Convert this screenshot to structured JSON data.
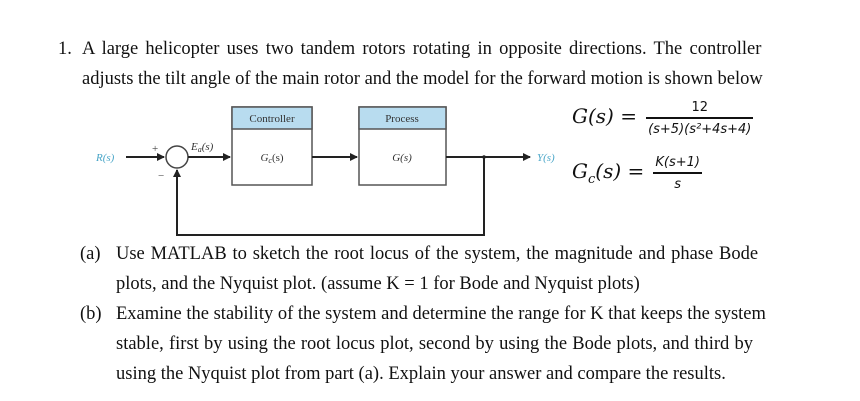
{
  "problem": {
    "number": "1.",
    "intro_line1": "A large helicopter uses two tandem rotors rotating in opposite directions. The controller",
    "intro_line2": "adjusts the tilt angle of the main rotor and the model for the forward motion is shown below"
  },
  "diagram": {
    "input_label": "R(s)",
    "plus_sign": "+",
    "minus_sign": "−",
    "error_label": "Eₐ(s)",
    "controller_header": "Controller",
    "controller_tf": "Gᴄ(s)",
    "process_header": "Process",
    "process_tf": "G(s)",
    "output_label": "Y(s)",
    "colors": {
      "header_fill": "#b8dcef",
      "signal_label": "#4aa6c8",
      "lines": "#222222"
    }
  },
  "equations": {
    "g_lhs": "G(s) =",
    "g_numerator": "12",
    "g_denominator": "(s+5)(s²+4s+4)",
    "gc_lhs": "G",
    "gc_sub": "c",
    "gc_lhs_rest": "(s) =",
    "gc_numerator": "K(s+1)",
    "gc_denominator": "s"
  },
  "parts": {
    "a_label": "(a)",
    "a_line1": "Use MATLAB to sketch the root locus of the system, the magnitude and phase Bode",
    "a_line2": "plots, and the Nyquist plot. (assume K = 1 for Bode and Nyquist plots)",
    "b_label": "(b)",
    "b_line1": "Examine the stability of the system and determine the range for K that keeps the system",
    "b_line2": "stable, first by using the root locus plot, second by using the Bode plots, and third by",
    "b_line3": "using the Nyquist plot from part (a). Explain your answer and compare the results."
  }
}
